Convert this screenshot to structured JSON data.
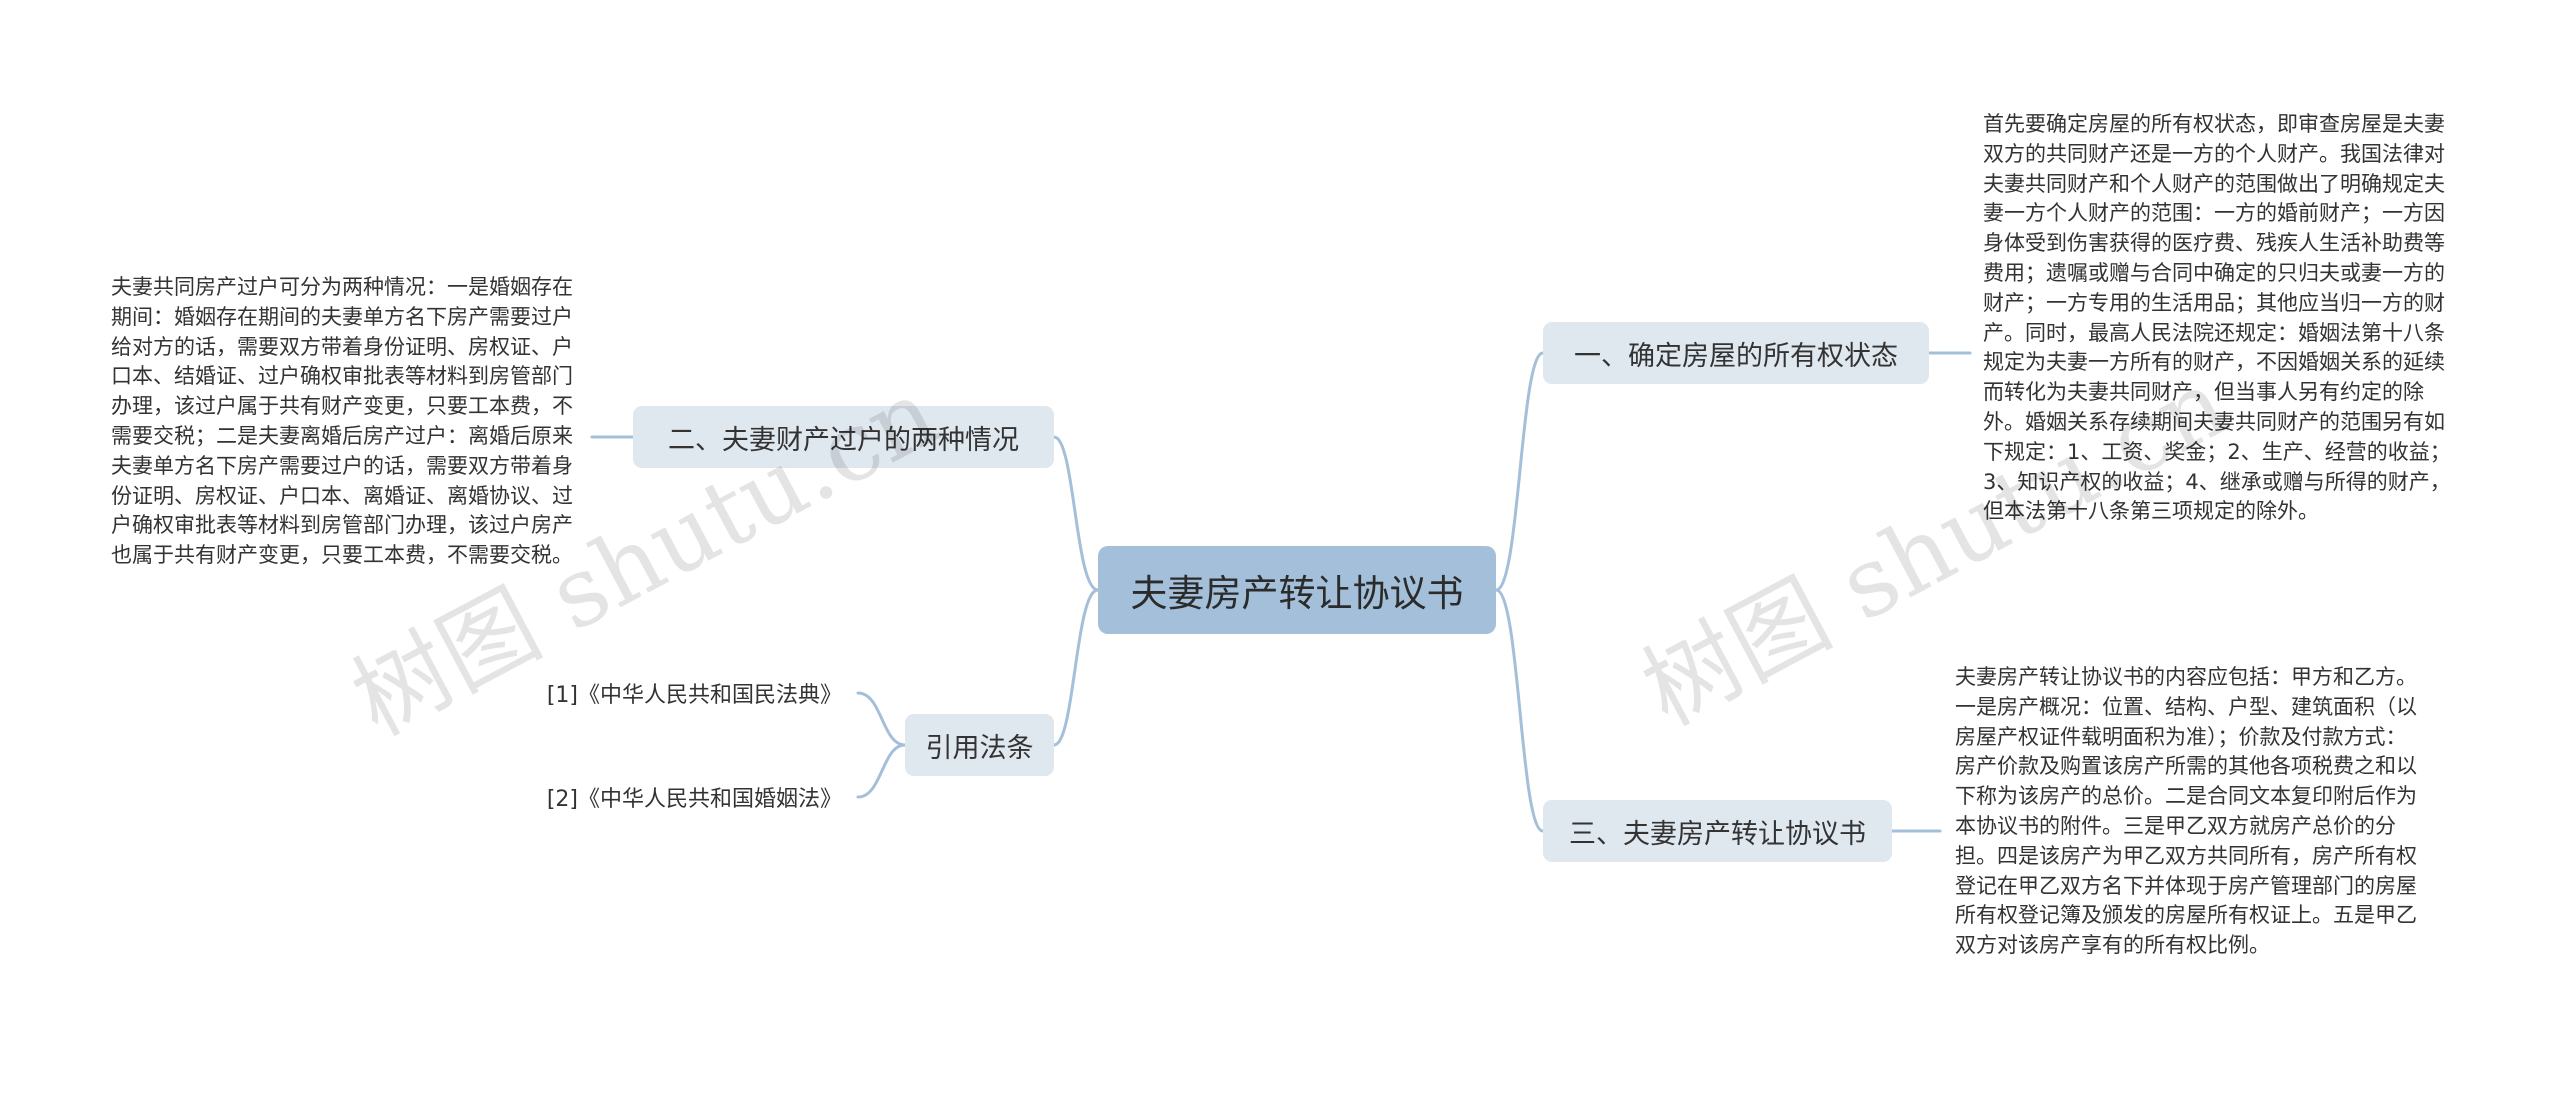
{
  "root": {
    "label": "夫妻房产转让协议书"
  },
  "branches": {
    "b1": {
      "label": "一、确定房屋的所有权状态"
    },
    "b2": {
      "label": "二、夫妻财产过户的两种情况"
    },
    "b3": {
      "label": "三、夫妻房产转让协议书"
    },
    "b4": {
      "label": "引用法条"
    }
  },
  "texts": {
    "t1": "首先要确定房屋的所有权状态，即审查房屋是夫妻双方的共同财产还是一方的个人财产。我国法律对夫妻共同财产和个人财产的范围做出了明确规定夫妻一方个人财产的范围：一方的婚前财产；一方因身体受到伤害获得的医疗费、残疾人生活补助费等费用；遗嘱或赠与合同中确定的只归夫或妻一方的财产；一方专用的生活用品；其他应当归一方的财产。同时，最高人民法院还规定：婚姻法第十八条规定为夫妻一方所有的财产，不因婚姻关系的延续而转化为夫妻共同财产，但当事人另有约定的除外。婚姻关系存续期间夫妻共同财产的范围另有如下规定：1、工资、奖金；2、生产、经营的收益；3、知识产权的收益；4、继承或赠与所得的财产，但本法第十八条第三项规定的除外。",
    "t2": "夫妻共同房产过户可分为两种情况：一是婚姻存在期间：婚姻存在期间的夫妻单方名下房产需要过户给对方的话，需要双方带着身份证明、房权证、户口本、结婚证、过户确权审批表等材料到房管部门办理，该过户属于共有财产变更，只要工本费，不需要交税；二是夫妻离婚后房产过户：离婚后原来夫妻单方名下房产需要过户的话，需要双方带着身份证明、房权证、户口本、离婚证、离婚协议、过户确权审批表等材料到房管部门办理，该过户房产也属于共有财产变更，只要工本费，不需要交税。",
    "t3": "夫妻房产转让协议书的内容应包括：甲方和乙方。一是房产概况：位置、结构、户型、建筑面积（以房屋产权证件载明面积为准）；价款及付款方式：房产价款及购置该房产所需的其他各项税费之和以下称为该房产的总价。二是合同文本复印附后作为本协议书的附件。三是甲乙双方就房产总价的分担。四是该房产为甲乙双方共同所有，房产所有权登记在甲乙双方名下并体现于房产管理部门的房屋所有权登记簿及颁发的房屋所有权证上。五是甲乙双方对该房产享有的所有权比例。"
  },
  "refs": {
    "r1": "[1]《中华人民共和国民法典》",
    "r2": "[2]《中华人民共和国婚姻法》"
  },
  "watermark": "树图 shutu.cn",
  "colors": {
    "line": "#a4bfd9",
    "root": "#a4bfd9",
    "branch": "#dfe7ef"
  }
}
